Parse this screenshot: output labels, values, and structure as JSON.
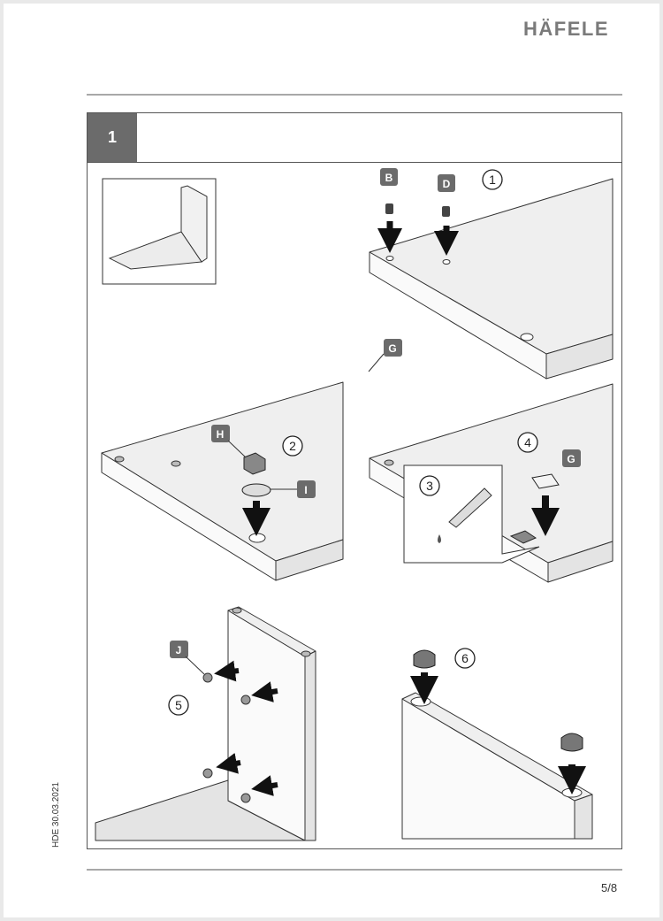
{
  "header": {
    "brand": "HÄFELE",
    "step_number": "1"
  },
  "footer": {
    "doc_code": "HDE 30.03.2021",
    "page": "5/8"
  },
  "figure": {
    "part_labels": {
      "B": "B",
      "D": "D",
      "G_top": "G",
      "H": "H",
      "I": "I",
      "G_mid": "G",
      "J": "J"
    },
    "sub_steps": [
      "1",
      "2",
      "3",
      "4",
      "5",
      "6"
    ]
  }
}
